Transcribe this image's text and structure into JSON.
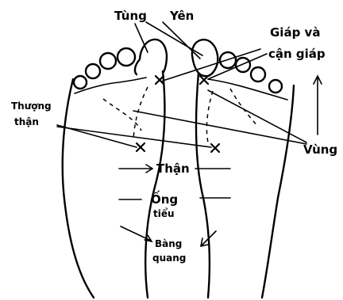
{
  "labels": {
    "tung": "Tùng",
    "yen": "Yên",
    "giap_line1": "Giáp và",
    "giap_line2": "cận giáp",
    "thuong_than_line1": "Thượng",
    "thuong_than_line2": "thận",
    "vung": "Vùng",
    "than": "Thận",
    "ong_line1": "Ống",
    "ong_line2": "tiểu",
    "bang_line1": "Bàng",
    "bang_line2": "quang"
  }
}
